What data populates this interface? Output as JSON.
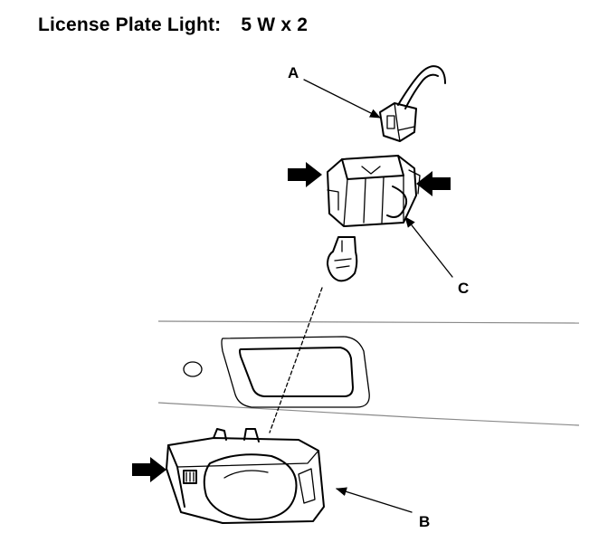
{
  "title": {
    "label": "License Plate Light:",
    "spec": "5 W x 2"
  },
  "callouts": {
    "a": "A",
    "b": "B",
    "c": "C"
  },
  "colors": {
    "ink": "#000000",
    "panel_line": "#8a8a8a",
    "background": "#ffffff"
  },
  "icons": [
    "press-arrow-icon"
  ]
}
